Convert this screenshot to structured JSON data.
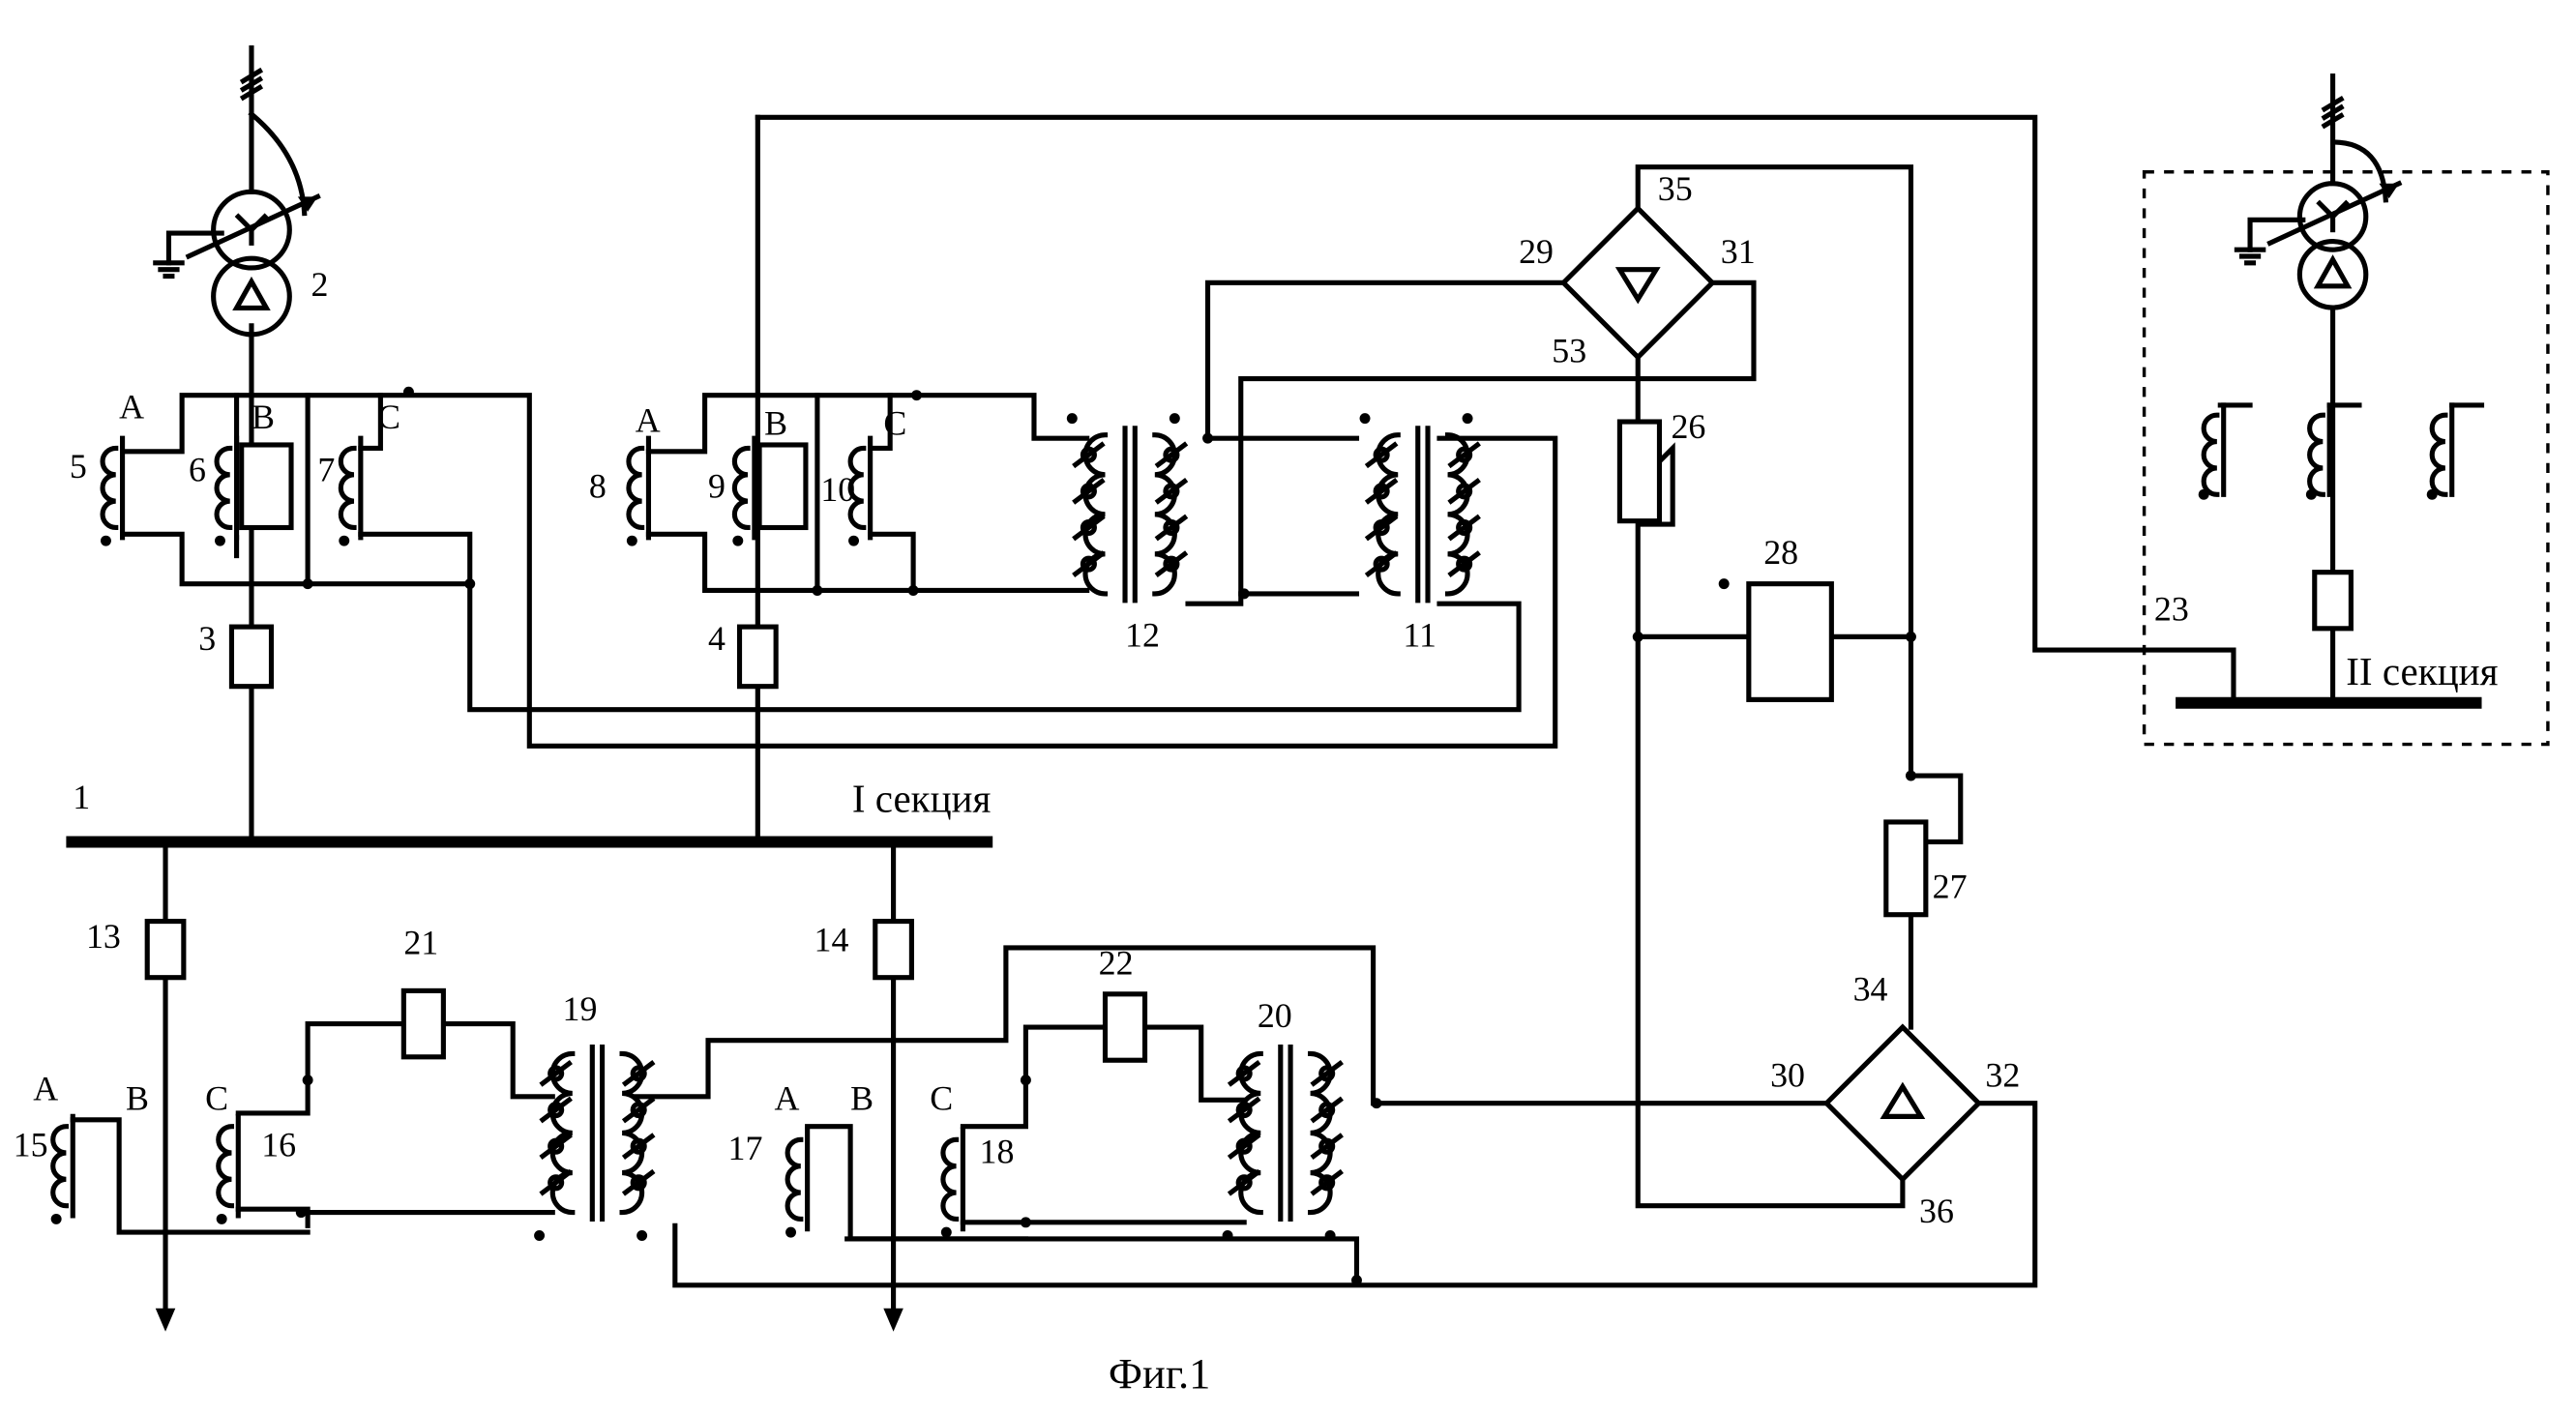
{
  "caption": "Фиг.1",
  "sections": {
    "section1": "I секция",
    "section2": "II секция"
  },
  "phase_labels": [
    "A",
    "B",
    "C"
  ],
  "component_labels": [
    "1",
    "2",
    "3",
    "4",
    "5",
    "6",
    "7",
    "8",
    "9",
    "10",
    "11",
    "12",
    "13",
    "14",
    "15",
    "16",
    "17",
    "18",
    "19",
    "20",
    "21",
    "22",
    "23",
    "26",
    "27",
    "28",
    "29",
    "30",
    "31",
    "32",
    "34",
    "35",
    "36",
    "53"
  ]
}
